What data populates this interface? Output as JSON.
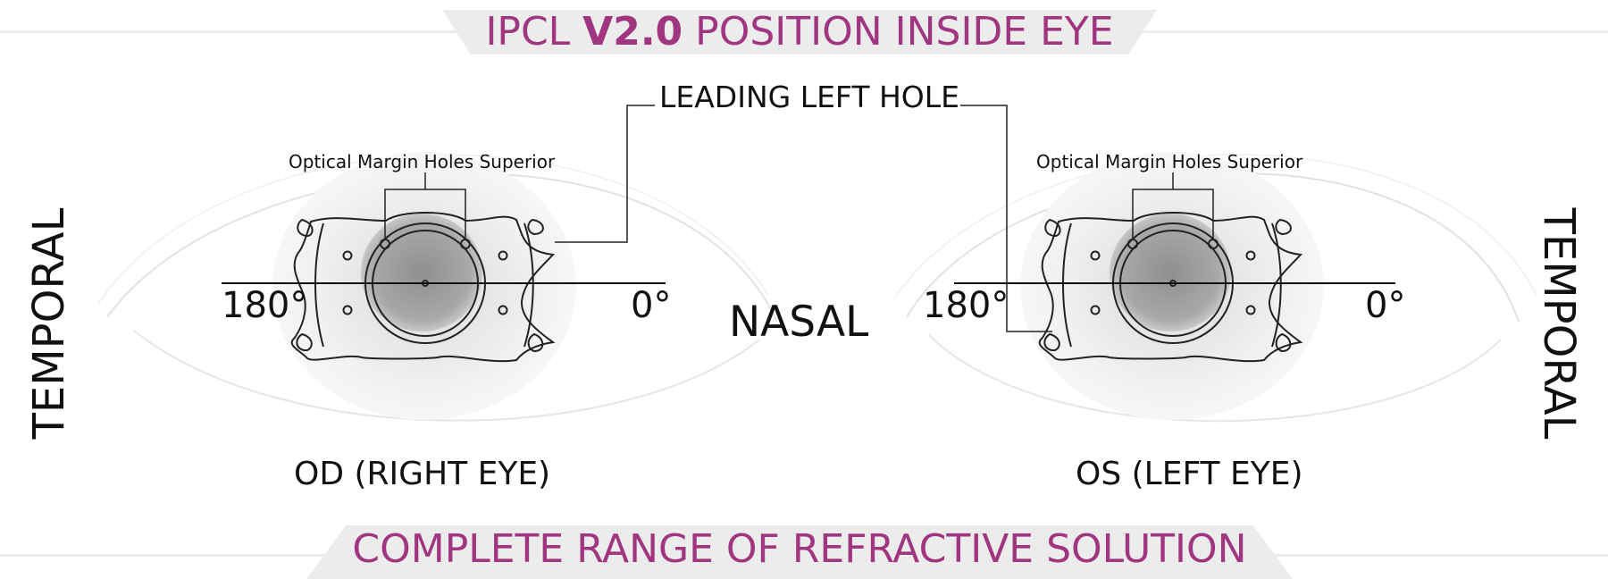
{
  "banner_top": {
    "prefix": "IPCL ",
    "bold": "V2.0",
    "suffix": " POSITION INSIDE EYE"
  },
  "banner_bottom": {
    "text": "COMPLETE RANGE OF REFRACTIVE SOLUTION"
  },
  "leading_hole_label": "LEADING LEFT HOLE",
  "nasal_label": "NASAL",
  "temporal_label": "TEMPORAL",
  "right_eye": {
    "label": "OD (RIGHT EYE)",
    "holes_label": "Optical Margin Holes Superior",
    "deg_left": "180°",
    "deg_right": "0°"
  },
  "left_eye": {
    "label": "OS (LEFT EYE)",
    "holes_label": "Optical Margin Holes Superior",
    "deg_left": "180°",
    "deg_right": "0°"
  },
  "colors": {
    "accent": "#a0367f",
    "banner_bg": "#ececec",
    "line": "#222222"
  }
}
